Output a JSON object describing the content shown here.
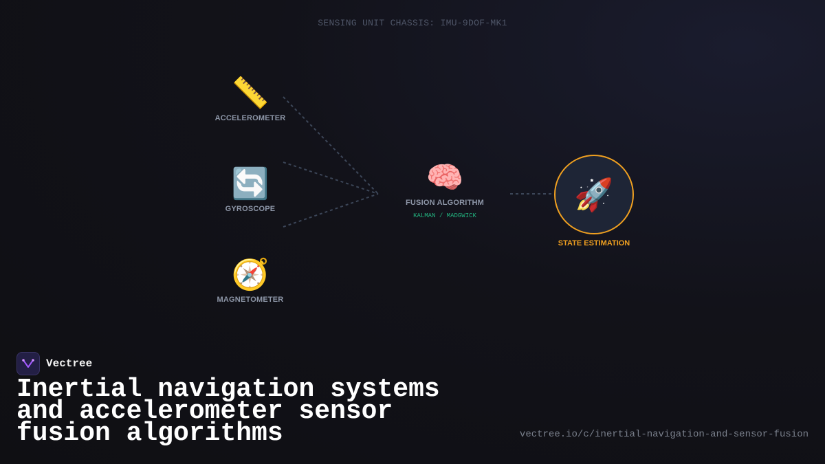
{
  "header": {
    "chassis_label": "SENSING UNIT CHASSIS: IMU-9DOF-MK1"
  },
  "sensors": [
    {
      "icon": "📏",
      "icon_name": "ruler-icon",
      "label": "ACCELEROMETER"
    },
    {
      "icon": "🔄",
      "icon_name": "rotate-arrows-icon",
      "label": "GYROSCOPE"
    },
    {
      "icon": "🧭",
      "icon_name": "compass-icon",
      "label": "MAGNETOMETER"
    }
  ],
  "fusion": {
    "icon": "🧠",
    "icon_name": "brain-icon",
    "label": "FUSION ALGORITHM",
    "sublabel": "KALMAN / MADGWICK"
  },
  "output": {
    "icon": "🚀",
    "icon_name": "rocket-icon",
    "label": "STATE ESTIMATION"
  },
  "brand": {
    "name": "Vectree"
  },
  "title": "Inertial navigation systems and accelerometer sensor fusion algorithms",
  "url": "vectree.io/c/inertial-navigation-and-sensor-fusion",
  "colors": {
    "background": "#0f0f13",
    "connector": "#3c4658",
    "accent_orange": "#f0a020",
    "accent_green": "#22b07d",
    "label_gray": "#8e97a8"
  }
}
